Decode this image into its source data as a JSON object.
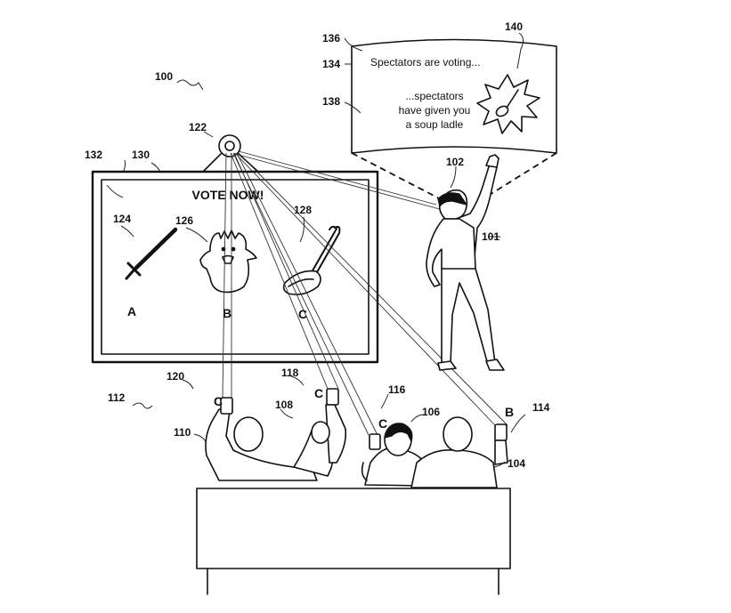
{
  "figure": {
    "screen_title": "VOTE NOW!",
    "choices": [
      "A",
      "B",
      "C"
    ],
    "bubble": {
      "line1": "Spectators are voting...",
      "line2": "...spectators",
      "line3": "have given you",
      "line4": "a soup ladle"
    },
    "vote_labels": {
      "v120": "C",
      "v118": "C",
      "v116": "C",
      "v114": "B"
    },
    "reference_numerals": {
      "r100": "100",
      "r101": "101",
      "r102": "102",
      "r104": "104",
      "r106": "106",
      "r108": "108",
      "r110": "110",
      "r112": "112",
      "r114": "114",
      "r116": "116",
      "r118": "118",
      "r120": "120",
      "r122": "122",
      "r124": "124",
      "r126": "126",
      "r128": "128",
      "r130": "130",
      "r132": "132",
      "r134": "134",
      "r136": "136",
      "r138": "138",
      "r140": "140"
    }
  }
}
